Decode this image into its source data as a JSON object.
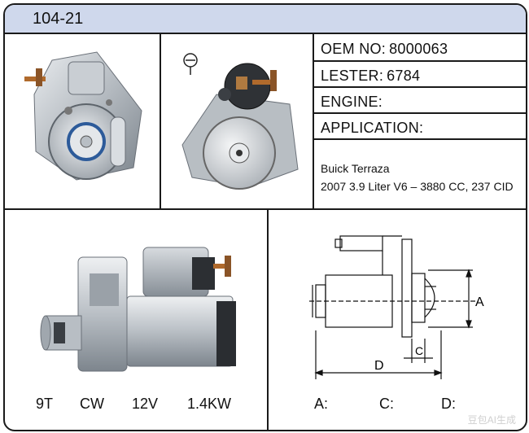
{
  "header": {
    "part_number": "104-21"
  },
  "specs": {
    "oem": {
      "label": "OEM NO:",
      "value": "8000063"
    },
    "lester": {
      "label": "LESTER:",
      "value": "6784"
    },
    "engine": {
      "label": "ENGINE:",
      "value": ""
    },
    "application": {
      "label": "APPLICATION:"
    }
  },
  "application_lines": [
    "Buick Terraza",
    "2007 3.9 Liter V6 – 3880 CC, 237 CID"
  ],
  "footer_left": {
    "teeth": "9T",
    "rotation": "CW",
    "voltage": "12V",
    "power": "1.4KW"
  },
  "footer_right": {
    "a": "A:",
    "c": "C:",
    "d": "D:"
  },
  "diagram_labels": {
    "a": "A",
    "c": "C",
    "d": "D"
  },
  "watermark": "豆包AI生成"
}
